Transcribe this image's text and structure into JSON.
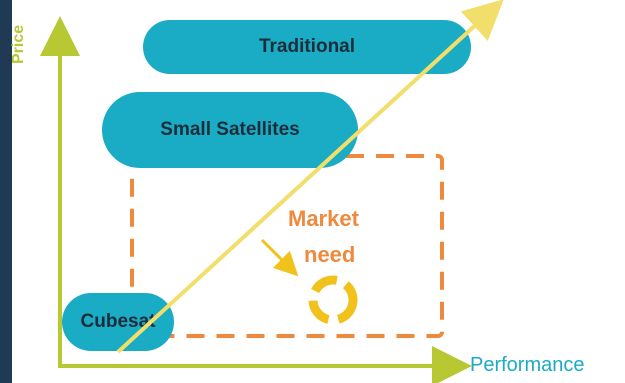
{
  "diagram": {
    "axis_y_label": "Price",
    "axis_x_label": "Performance",
    "boxes": {
      "traditional": "Traditional",
      "small_satellites": "Small Satellites",
      "cubesat": "Cubesat"
    },
    "market_need_line1": "Market",
    "market_need_line2": "need"
  },
  "colors": {
    "background_frame": "#1f3a52",
    "canvas": "#ffffff",
    "axis": "#b8c832",
    "pill": "#1aabc5",
    "diagonal": "#f2de6a",
    "dashed_box": "#ee8a3e",
    "market_text": "#ee8a3e",
    "arrow": "#f2c21c",
    "pill_text": "#1d2e3a"
  },
  "icons": {
    "cycle": "cycle-arrows-icon",
    "pointer": "down-right-arrow-icon"
  }
}
